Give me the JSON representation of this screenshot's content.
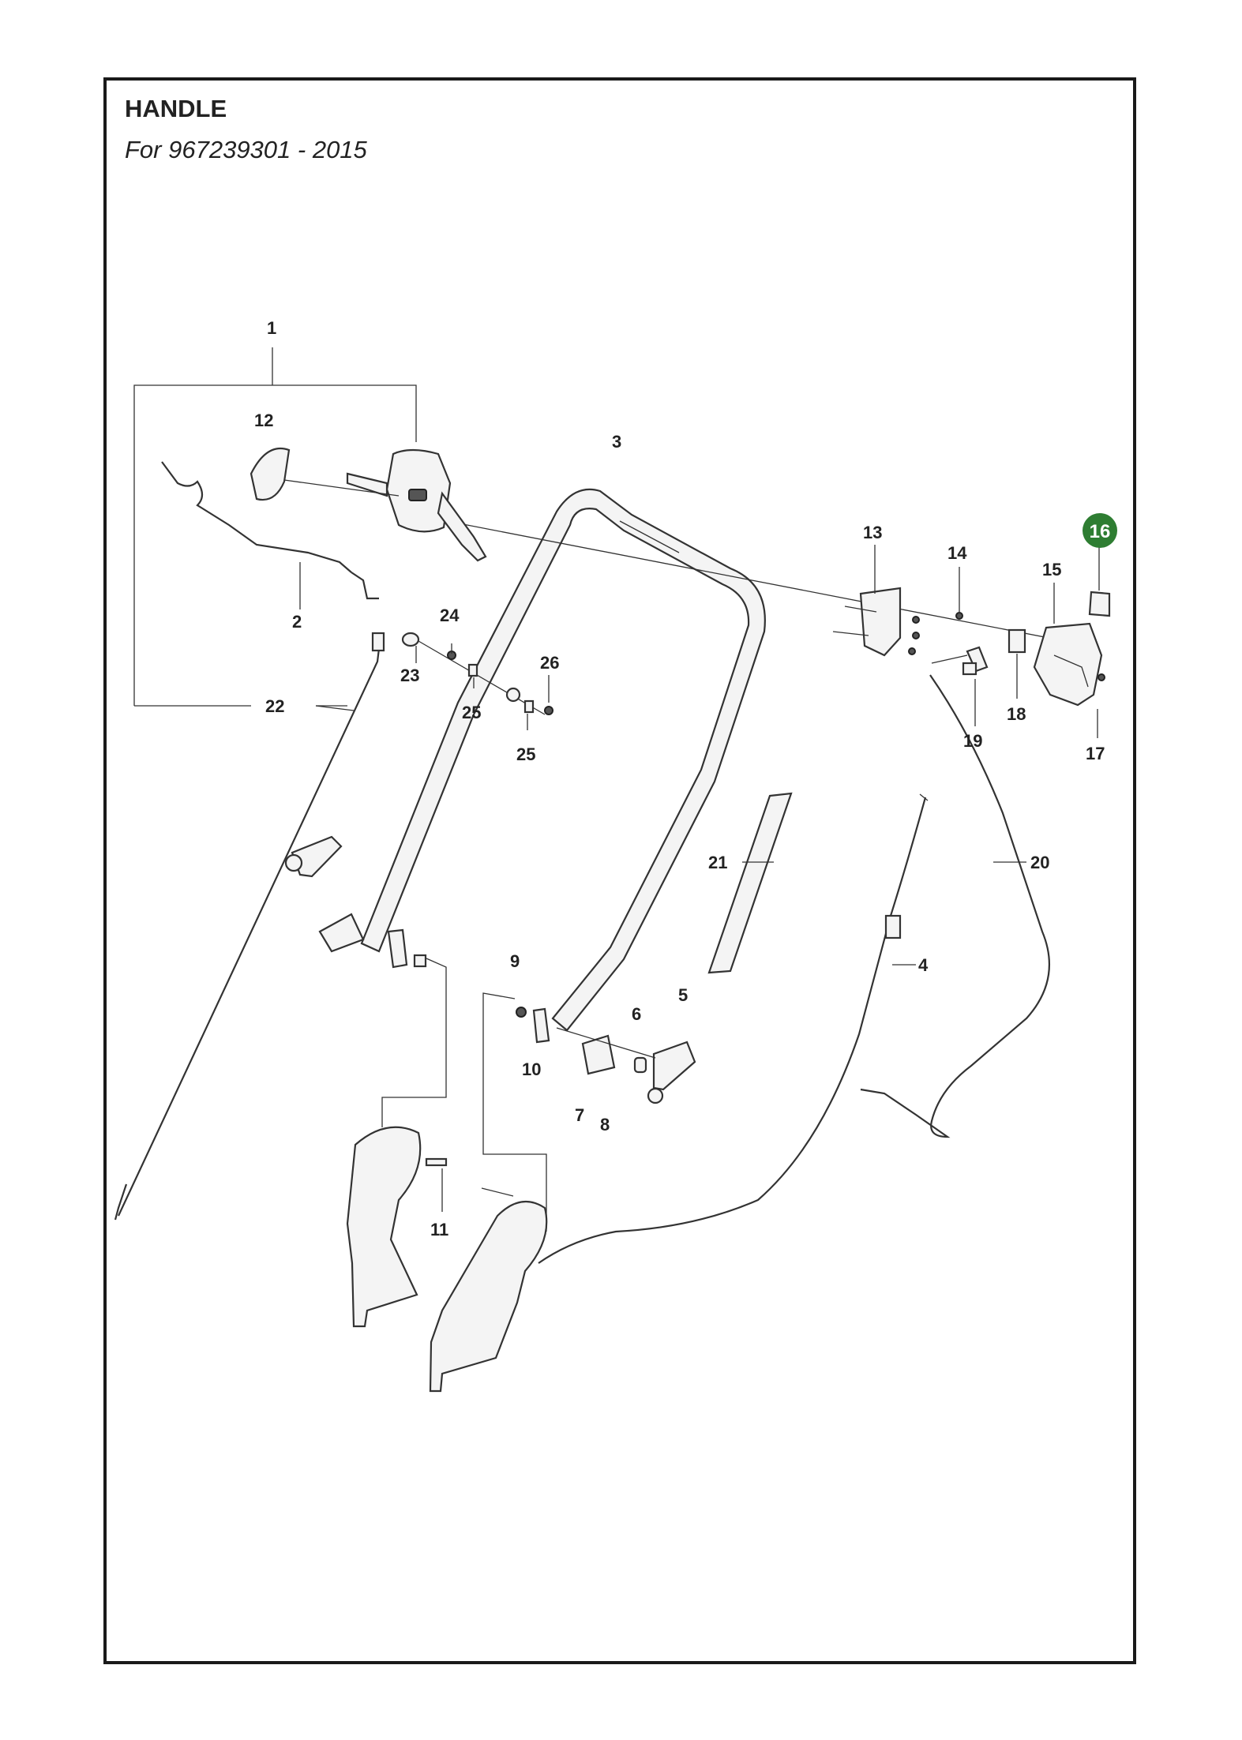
{
  "header": {
    "title": "HANDLE",
    "subtitle": "For 967239301 - 2015"
  },
  "callouts": {
    "c1": "1",
    "c2": "2",
    "c3": "3",
    "c4": "4",
    "c5": "5",
    "c6": "6",
    "c7": "7",
    "c8": "8",
    "c9": "9",
    "c10": "10",
    "c11": "11",
    "c12": "12",
    "c13": "13",
    "c14": "14",
    "c15": "15",
    "c16": "16",
    "c17": "17",
    "c18": "18",
    "c19": "19",
    "c20": "20",
    "c21": "21",
    "c22": "22",
    "c23": "23",
    "c24": "24",
    "c25a": "25",
    "c25b": "25",
    "c26": "26"
  },
  "highlight": {
    "callout": "16",
    "color": "#2e7d32"
  }
}
